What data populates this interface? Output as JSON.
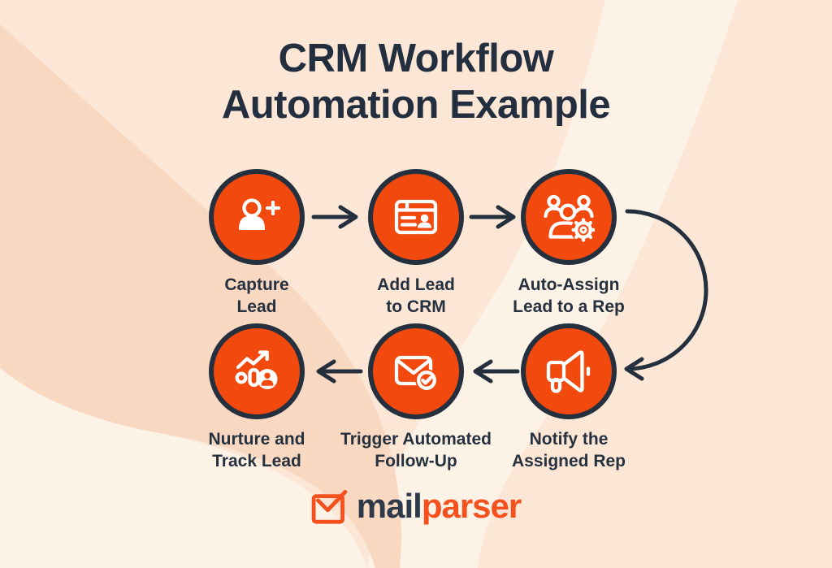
{
  "title": {
    "line1": "CRM Workflow",
    "line2": "Automation Example"
  },
  "steps": [
    {
      "label_line1": "Capture",
      "label_line2": "Lead",
      "icon": "add-user-icon"
    },
    {
      "label_line1": "Add Lead",
      "label_line2": "to CRM",
      "icon": "crm-contact-card-icon"
    },
    {
      "label_line1": "Auto-Assign",
      "label_line2": "Lead to a Rep",
      "icon": "team-gear-icon"
    },
    {
      "label_line1": "Notify the",
      "label_line2": "Assigned Rep",
      "icon": "megaphone-icon"
    },
    {
      "label_line1": "Trigger Automated",
      "label_line2": "Follow-Up",
      "icon": "email-check-icon"
    },
    {
      "label_line1": "Nurture and",
      "label_line2": "Track Lead",
      "icon": "growth-chart-person-icon"
    }
  ],
  "flow_order": [
    "Capture Lead",
    "Add Lead to CRM",
    "Auto-Assign Lead to a Rep",
    "Notify the Assigned Rep",
    "Trigger Automated Follow-Up",
    "Nurture and Track Lead"
  ],
  "logo": {
    "text_mail": "mail",
    "text_parser": "parser"
  },
  "colors": {
    "accent_orange": "#f2490f",
    "logo_orange": "#f4511e",
    "dark_navy": "#25303f",
    "background_base": "#fce6d5",
    "background_dark": "#f9d8c2",
    "background_light": "#fdf2e6"
  }
}
